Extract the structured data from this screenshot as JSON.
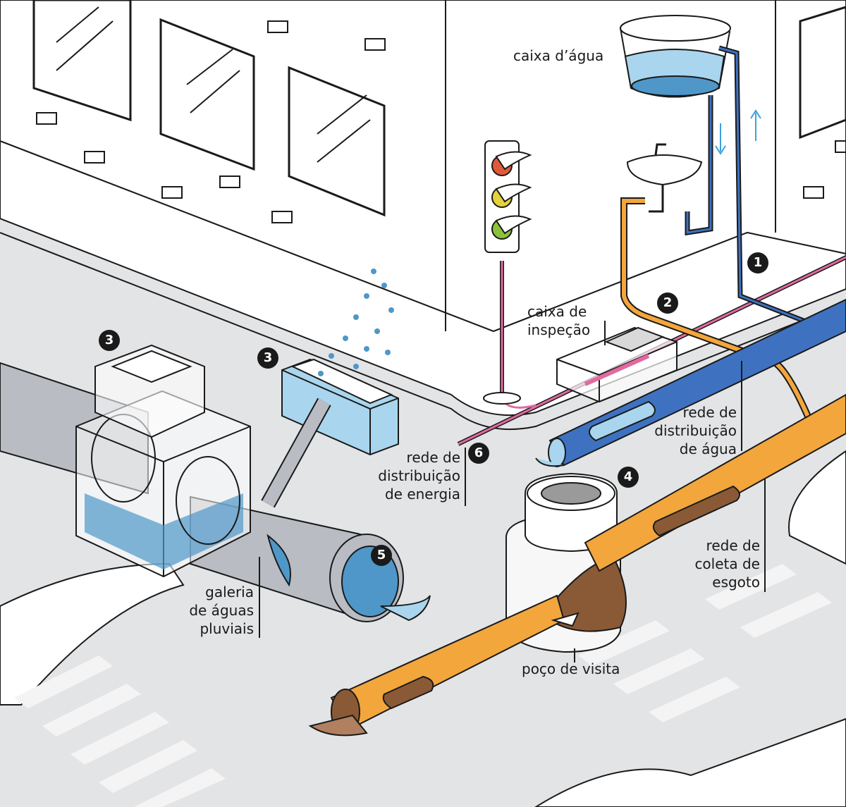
{
  "colors": {
    "building": "#ffffff",
    "street": "#e3e4e6",
    "crosswalk": "#f4f4f5",
    "outline": "#1a1a1a",
    "water": "#4f97c9",
    "water_light": "#a9d6ee",
    "water_pipe": "#3e72c1",
    "sewage_pipe": "#f3a63c",
    "sewage": "#8a5a36",
    "storm_pipe": "#b9bcc2",
    "energy_line": "#e06aa0"
  },
  "labels": {
    "caixa_dagua": "caixa d’água",
    "caixa_inspecao_1": "caixa de",
    "caixa_inspecao_2": "inspeção",
    "rede_agua_1": "rede de",
    "rede_agua_2": "distribuição",
    "rede_agua_3": "de água",
    "rede_energia_1": "rede de",
    "rede_energia_2": "distribuição",
    "rede_energia_3": "de energia",
    "rede_esgoto_1": "rede de",
    "rede_esgoto_2": "coleta de",
    "rede_esgoto_3": "esgoto",
    "galeria_1": "galeria",
    "galeria_2": "de águas",
    "galeria_3": "pluviais",
    "poco_visita": "poço de visita"
  },
  "badges": {
    "b1": "1",
    "b2": "2",
    "b3a": "3",
    "b3b": "3",
    "b4": "4",
    "b5": "5",
    "b6": "6"
  },
  "icons": {
    "arrow_down": "arrow-down-icon",
    "arrow_up": "arrow-up-icon"
  }
}
